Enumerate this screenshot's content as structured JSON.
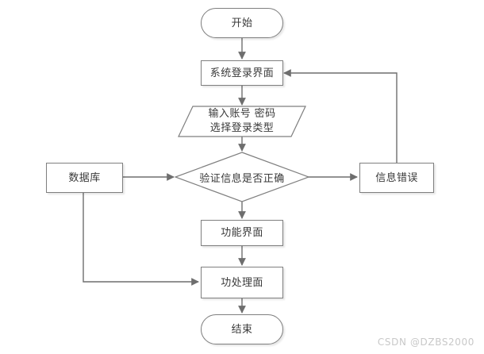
{
  "diagram": {
    "type": "flowchart",
    "title_visible": false,
    "background_color": "#ffffff",
    "stroke_color": "#7f7f7f",
    "text_color": "#3a3a3a",
    "watermark": "CSDN @DZBS2000",
    "nodes": [
      {
        "id": "start",
        "shape": "terminator",
        "label": "开始"
      },
      {
        "id": "login_ui",
        "shape": "process",
        "label": "系统登录界面"
      },
      {
        "id": "input",
        "shape": "parallelogram",
        "label_line1": "输入账号 密码",
        "label_line2": "选择登录类型"
      },
      {
        "id": "verify",
        "shape": "decision",
        "label": "验证信息是否正确"
      },
      {
        "id": "database",
        "shape": "process",
        "label": "数据库"
      },
      {
        "id": "error",
        "shape": "process",
        "label": "信息错误"
      },
      {
        "id": "func_ui",
        "shape": "process",
        "label": "功能界面"
      },
      {
        "id": "func_proc",
        "shape": "process",
        "label": "功处理面"
      },
      {
        "id": "end",
        "shape": "terminator",
        "label": "结束"
      }
    ],
    "edges": [
      {
        "from": "start",
        "to": "login_ui",
        "label": ""
      },
      {
        "from": "login_ui",
        "to": "input",
        "label": ""
      },
      {
        "from": "input",
        "to": "verify",
        "label": ""
      },
      {
        "from": "verify",
        "to": "error",
        "label": ""
      },
      {
        "from": "verify",
        "to": "func_ui",
        "label": ""
      },
      {
        "from": "error",
        "to": "login_ui",
        "label": ""
      },
      {
        "from": "database",
        "to": "verify",
        "label": ""
      },
      {
        "from": "database",
        "to": "func_proc",
        "label": ""
      },
      {
        "from": "func_ui",
        "to": "func_proc",
        "label": ""
      },
      {
        "from": "func_proc",
        "to": "end",
        "label": ""
      }
    ]
  }
}
